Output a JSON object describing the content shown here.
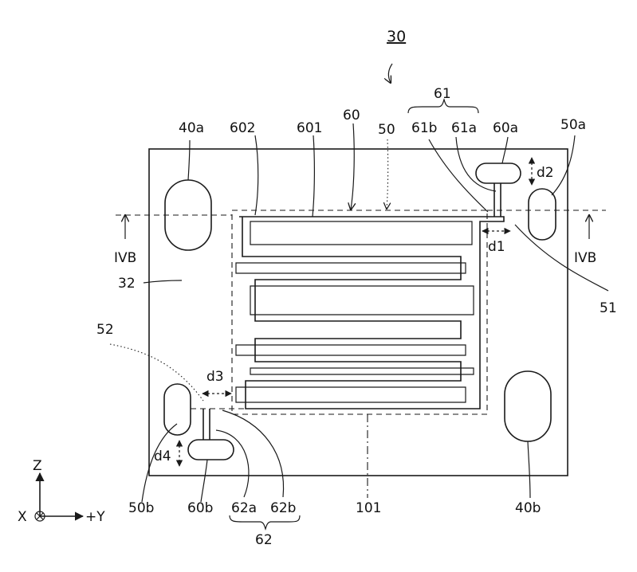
{
  "figure": {
    "number": "30",
    "labels": {
      "sub32": "32",
      "via40a": "40a",
      "via40b": "40b",
      "pad50": "50",
      "pad50a": "50a",
      "pad50b": "50b",
      "wire60": "60",
      "wire601": "601",
      "wire602": "602",
      "hole60a": "60a",
      "hole60b": "60b",
      "group61": "61",
      "lead61a": "61a",
      "lead61b": "61b",
      "group62": "62",
      "lead62a": "62a",
      "lead62b": "62b",
      "edge51": "51",
      "edge52": "52",
      "center101": "101",
      "d1": "d1",
      "d2": "d2",
      "d3": "d3",
      "d4": "d4",
      "section_left": "IVB",
      "section_right": "IVB"
    },
    "axes": {
      "z": "Z",
      "x": "X",
      "y": "+Y"
    }
  }
}
